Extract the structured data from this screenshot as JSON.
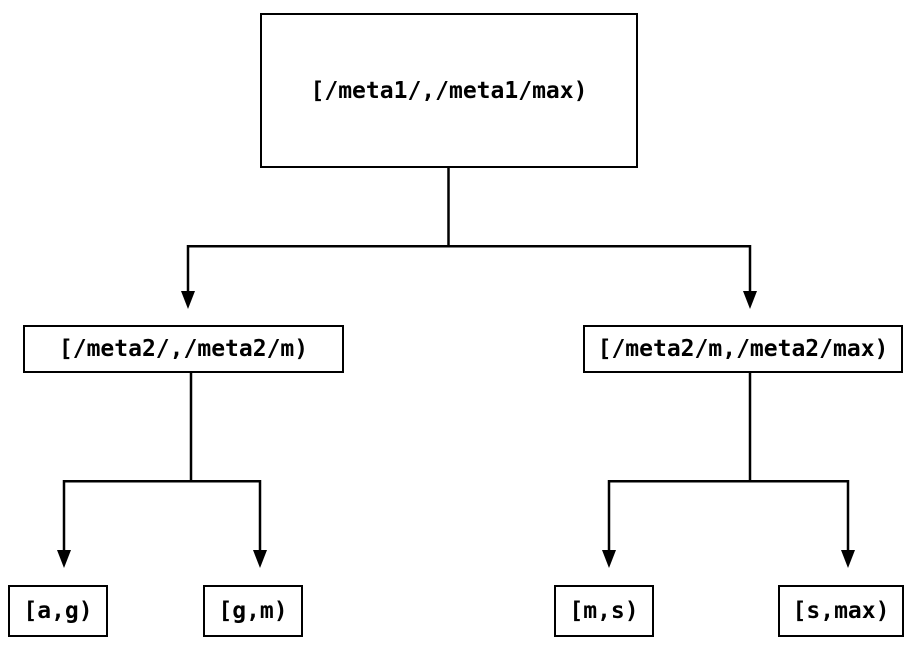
{
  "diagram": {
    "background_color": "#ffffff",
    "line_color": "#000000",
    "text_color": "#000000",
    "nodes": {
      "root": {
        "label": "[/meta1/,/meta1/max)"
      },
      "left": {
        "label": "[/meta2/,/meta2/m)"
      },
      "right": {
        "label": "[/meta2/m,/meta2/max)"
      },
      "leaf_ag": {
        "label": "[a,g)"
      },
      "leaf_gm": {
        "label": "[g,m)"
      },
      "leaf_ms": {
        "label": "[m,s)"
      },
      "leaf_smax": {
        "label": "[s,max)"
      }
    },
    "edges": [
      {
        "from": "root",
        "to": "left"
      },
      {
        "from": "root",
        "to": "right"
      },
      {
        "from": "left",
        "to": "leaf_ag"
      },
      {
        "from": "left",
        "to": "leaf_gm"
      },
      {
        "from": "right",
        "to": "leaf_ms"
      },
      {
        "from": "right",
        "to": "leaf_smax"
      }
    ]
  }
}
